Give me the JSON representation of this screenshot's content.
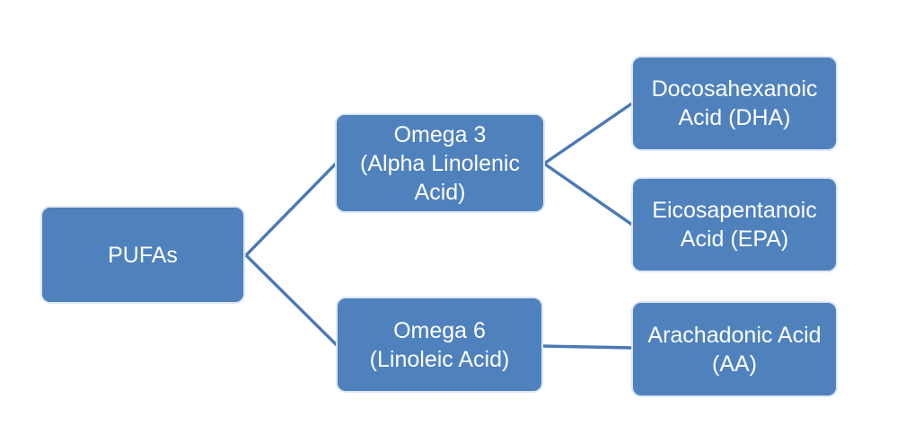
{
  "diagram": {
    "nodes": {
      "pufas": {
        "lines": [
          "PUFAs"
        ]
      },
      "omega3": {
        "lines": [
          "Omega 3",
          "(Alpha Linolenic Acid)"
        ]
      },
      "omega6": {
        "lines": [
          "Omega 6",
          "(Linoleic Acid)"
        ]
      },
      "dha": {
        "lines": [
          "Docosahexanoic Acid (DHA)"
        ]
      },
      "epa": {
        "lines": [
          "Eicosapentanoic Acid (EPA)"
        ]
      },
      "aa": {
        "lines": [
          "Arachadonic Acid (AA)"
        ]
      }
    },
    "edges": [
      {
        "from": "pufas",
        "to": "omega3"
      },
      {
        "from": "pufas",
        "to": "omega6"
      },
      {
        "from": "omega3",
        "to": "dha"
      },
      {
        "from": "omega3",
        "to": "epa"
      },
      {
        "from": "omega6",
        "to": "aa"
      }
    ],
    "colors": {
      "node_fill": "#4f81bd",
      "node_border": "#dce7f3",
      "connector": "#4a79b5",
      "text": "#ffffff"
    }
  }
}
